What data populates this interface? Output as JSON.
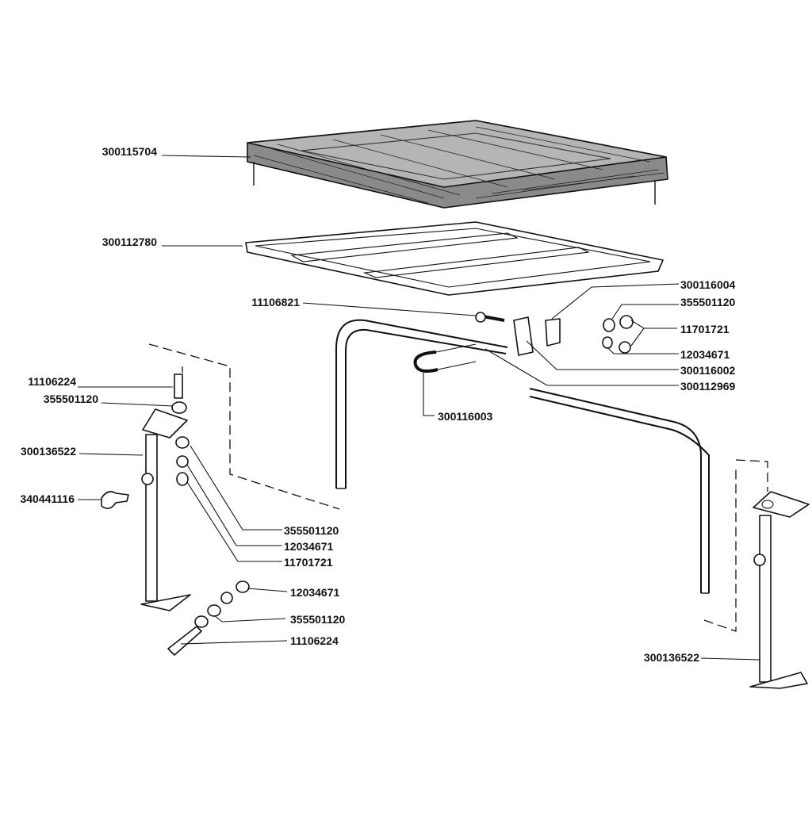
{
  "diagram": {
    "callouts": [
      {
        "id": "c1",
        "number": "300115704"
      },
      {
        "id": "c2",
        "number": "300112780"
      },
      {
        "id": "c3",
        "number": "11106821"
      },
      {
        "id": "c4",
        "number": "300116004"
      },
      {
        "id": "c5",
        "number": "355501120"
      },
      {
        "id": "c6",
        "number": "11701721"
      },
      {
        "id": "c7",
        "number": "12034671"
      },
      {
        "id": "c8",
        "number": "300116002"
      },
      {
        "id": "c9",
        "number": "300112969"
      },
      {
        "id": "c10",
        "number": "300116003"
      },
      {
        "id": "c11",
        "number": "11106224"
      },
      {
        "id": "c12",
        "number": "355501120"
      },
      {
        "id": "c13",
        "number": "300136522"
      },
      {
        "id": "c14",
        "number": "340441116"
      },
      {
        "id": "c15",
        "number": "355501120"
      },
      {
        "id": "c16",
        "number": "12034671"
      },
      {
        "id": "c17",
        "number": "11701721"
      },
      {
        "id": "c18",
        "number": "12034671"
      },
      {
        "id": "c19",
        "number": "355501120"
      },
      {
        "id": "c20",
        "number": "11106224"
      },
      {
        "id": "c21",
        "number": "300136522"
      }
    ]
  }
}
